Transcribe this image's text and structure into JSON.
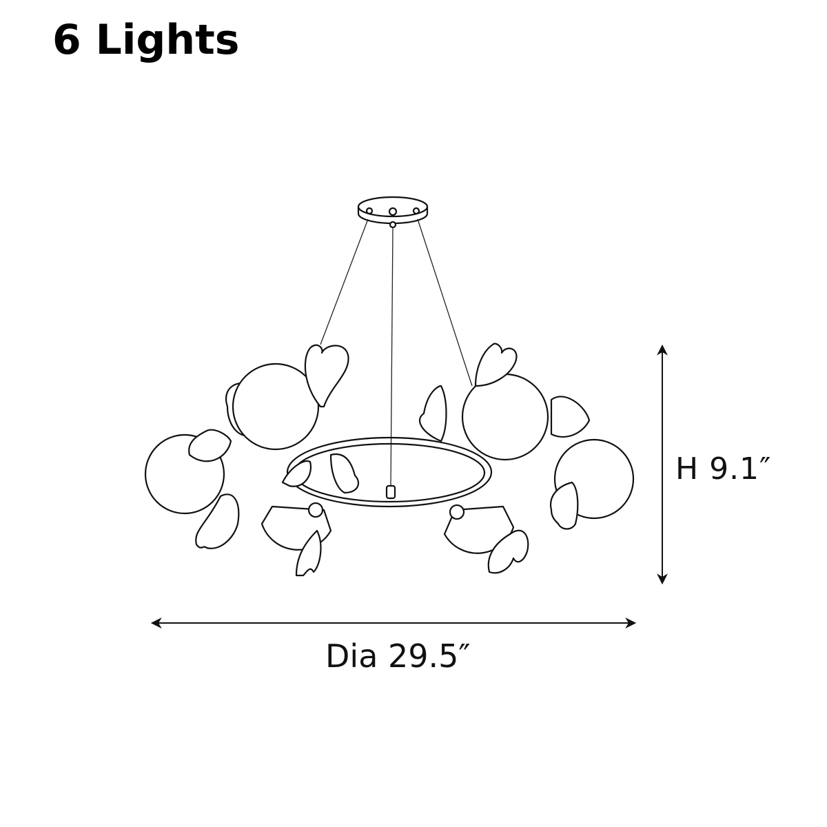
{
  "title": "6 Lights",
  "dimensions": {
    "height_label": "H 9.1″",
    "diameter_label": "Dia 29.5″"
  },
  "product": {
    "type": "chandelier line drawing",
    "light_count": 6,
    "elements": [
      "ceiling-canopy",
      "suspension-cables",
      "ring-frame",
      "globe-shades",
      "ginkgo-leaf-ornaments"
    ]
  },
  "colors": {
    "background": "#ffffff",
    "line": "#111111"
  }
}
